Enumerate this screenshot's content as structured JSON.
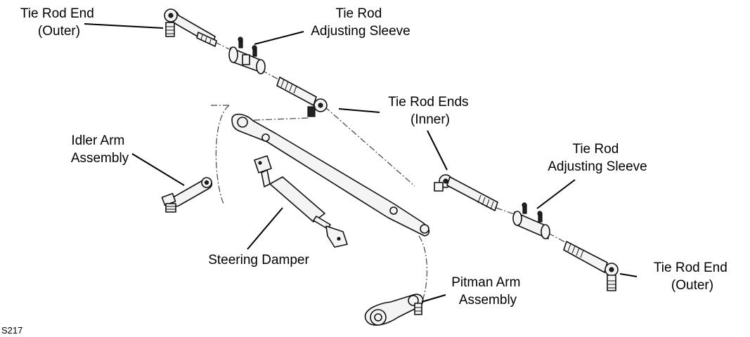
{
  "labels": {
    "tie_rod_end_outer_left": [
      "Tie Rod End",
      "(Outer)"
    ],
    "adjusting_sleeve_top": [
      "Tie Rod",
      "Adjusting Sleeve"
    ],
    "tie_rod_ends_inner": [
      "Tie Rod Ends",
      "(Inner)"
    ],
    "idler_arm_assembly": [
      "Idler Arm",
      "Assembly"
    ],
    "adjusting_sleeve_right": [
      "Tie Rod",
      "Adjusting Sleeve"
    ],
    "steering_damper": [
      "Steering Damper"
    ],
    "tie_rod_end_outer_right": [
      "Tie Rod End",
      "(Outer)"
    ],
    "pitman_arm_assembly": [
      "Pitman Arm",
      "Assembly"
    ]
  },
  "figure_code": "S217"
}
